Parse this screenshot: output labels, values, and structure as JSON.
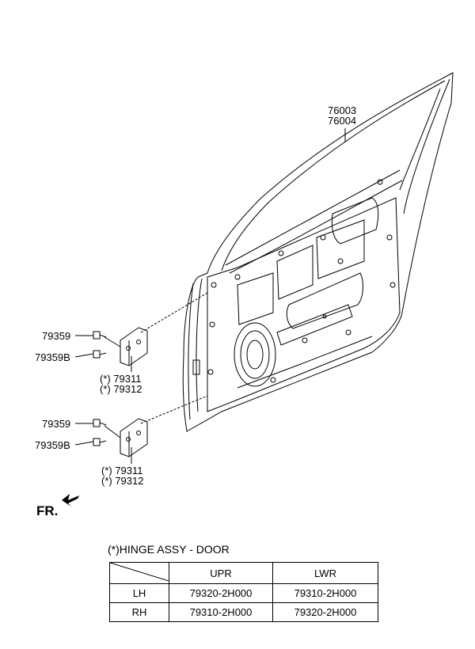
{
  "labels": {
    "door_part_upper": "76003",
    "door_part_lower": "76004",
    "bolt_upper_1": "79359",
    "bolt_b_upper_1": "79359B",
    "hinge_upper_1": "(*) 79311",
    "hinge_lower_1": "(*) 79312",
    "bolt_upper_2": "79359",
    "bolt_b_upper_2": "79359B",
    "hinge_upper_2": "(*) 79311",
    "hinge_lower_2": "(*) 79312"
  },
  "direction_label": "FR.",
  "note": "(*)HINGE ASSY - DOOR",
  "table": {
    "headers": [
      "",
      "UPR",
      "LWR"
    ],
    "rows": [
      {
        "side": "LH",
        "upr": "79320-2H000",
        "lwr": "79310-2H000"
      },
      {
        "side": "RH",
        "upr": "79310-2H000",
        "lwr": "79320-2H000"
      }
    ]
  },
  "icons": {
    "front_arrow": "arrow-down-left-icon"
  }
}
